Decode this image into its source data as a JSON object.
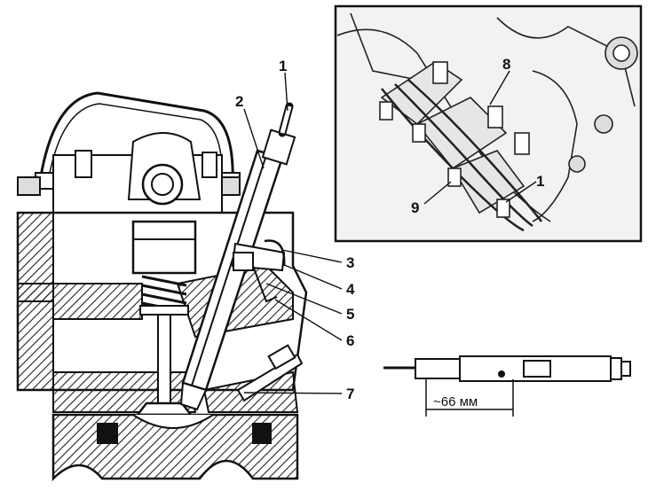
{
  "callouts": {
    "c1": "1",
    "c2": "2",
    "c3": "3",
    "c4": "4",
    "c5": "5",
    "c6": "6",
    "c7": "7",
    "inset_8": "8",
    "inset_9": "9",
    "inset_1": "1"
  },
  "dimension": {
    "text": "~66 мм"
  },
  "colors": {
    "ink": "#111111",
    "paper": "#ffffff",
    "hatch": "#222222"
  }
}
